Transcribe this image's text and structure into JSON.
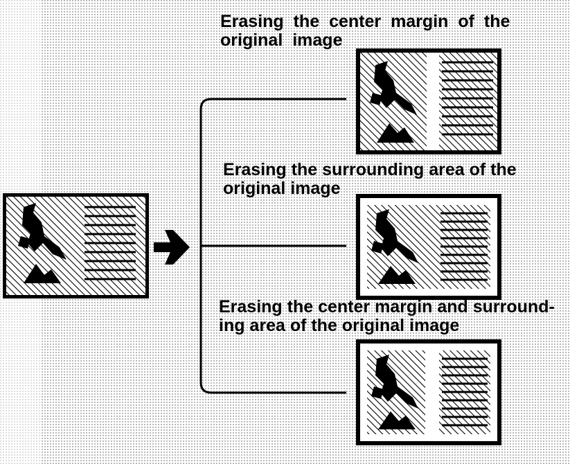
{
  "colors": {
    "ink": "#000000",
    "paper": "#ffffff",
    "halftone": "#9a9a9a"
  },
  "original": {
    "icon": "original-document-icon"
  },
  "arrow": {
    "icon": "right-arrow-icon"
  },
  "branches": [
    {
      "caption_lines": [
        "Erasing the center margin of the",
        "original image"
      ],
      "icon": "center-erase-result-icon"
    },
    {
      "caption_lines": [
        "Erasing the surrounding area of the",
        "original image"
      ],
      "icon": "frame-erase-result-icon"
    },
    {
      "caption_lines": [
        "Erasing the center margin and surround-",
        "ing area of the original image"
      ],
      "icon": "center-and-frame-erase-result-icon"
    }
  ]
}
